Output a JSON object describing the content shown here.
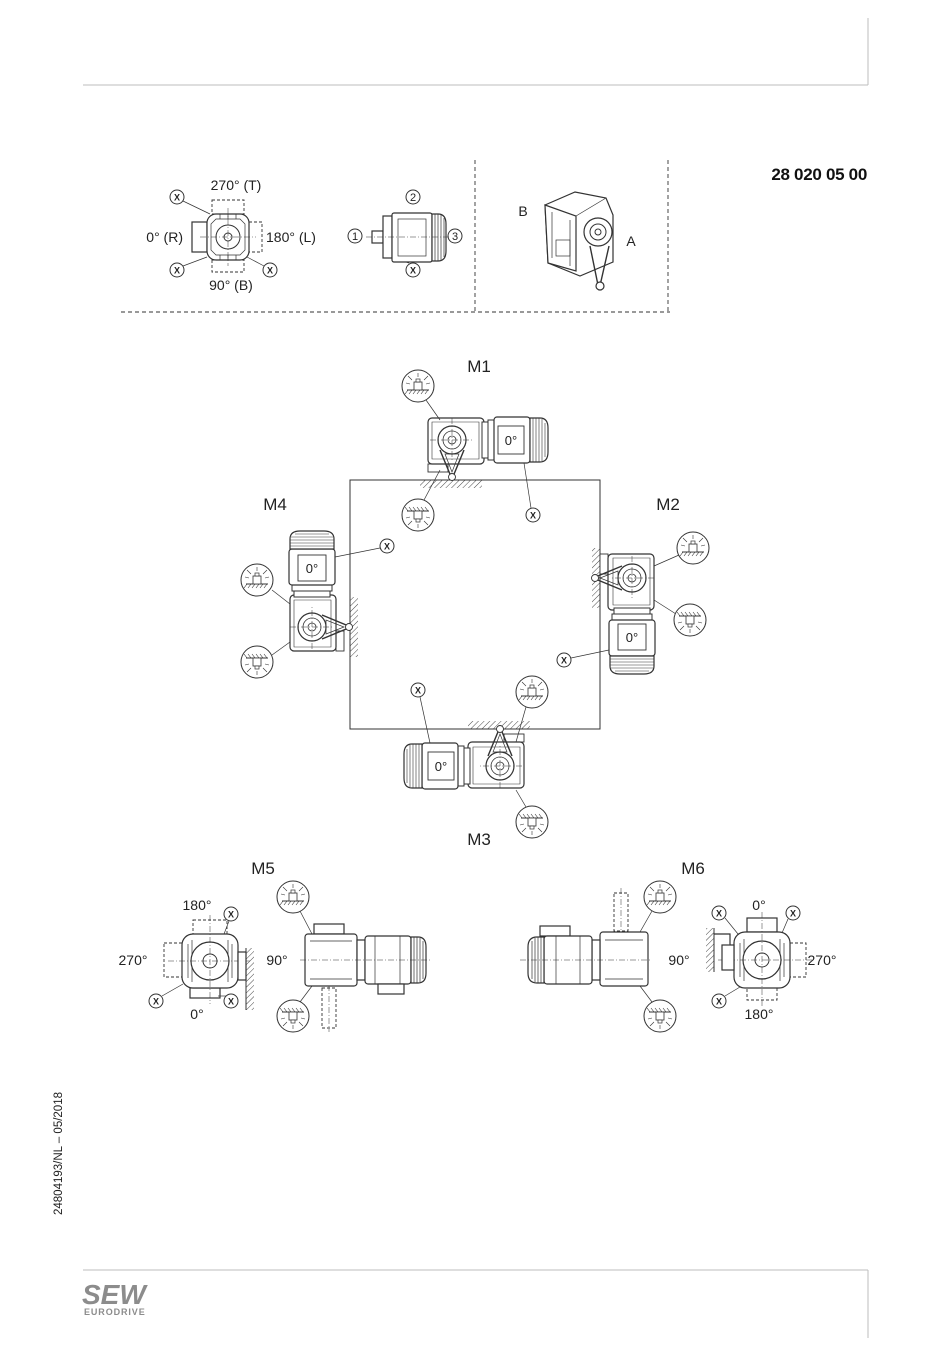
{
  "document_number": "28 020 05 00",
  "document_reference": "24804193/NL – 05/2018",
  "logo": {
    "brand": "SEW",
    "subline": "EURODRIVE"
  },
  "legend": {
    "terminal_box_positions": {
      "top": "270° (T)",
      "left": "0° (R)",
      "right": "180° (L)",
      "bottom": "90° (B)"
    },
    "cable_entry_positions": [
      "1",
      "2",
      "3"
    ],
    "shaft_positions": {
      "b": "B",
      "a": "A"
    },
    "marker": "X"
  },
  "mounting_positions": {
    "m1": "M1",
    "m2": "M2",
    "m3": "M3",
    "m4": "M4",
    "m5": "M5",
    "m6": "M6"
  },
  "terminal_box_angle": "0°",
  "m5_angles": {
    "top": "180°",
    "left": "270°",
    "right": "90°",
    "bottom": "0°"
  },
  "m6_angles": {
    "top": "0°",
    "left": "90°",
    "right": "270°",
    "bottom": "180°"
  },
  "line_color": "#333333",
  "logo_color": "#8c8c8c"
}
